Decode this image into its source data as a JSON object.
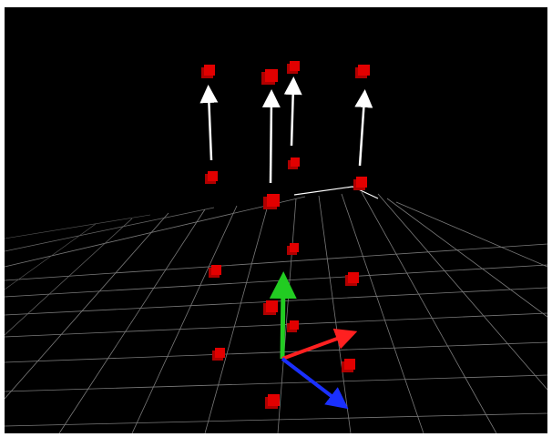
{
  "scene": {
    "background_color": "#000000",
    "grid_color": "#8a8a8a",
    "highlight_color": "#ffffff",
    "marker_color": "#e00000",
    "arrow_color": "#ffffff",
    "axes": {
      "x": {
        "color": "#ff2020",
        "icon": "x-axis-arrow"
      },
      "y": {
        "color": "#22cc22",
        "icon": "y-axis-arrow"
      },
      "z": {
        "color": "#1a30ff",
        "icon": "z-axis-arrow"
      }
    },
    "markers": {
      "count": 17,
      "icon": "red-cube"
    },
    "motion_arrows": {
      "count": 4,
      "icon": "up-arrow"
    }
  }
}
